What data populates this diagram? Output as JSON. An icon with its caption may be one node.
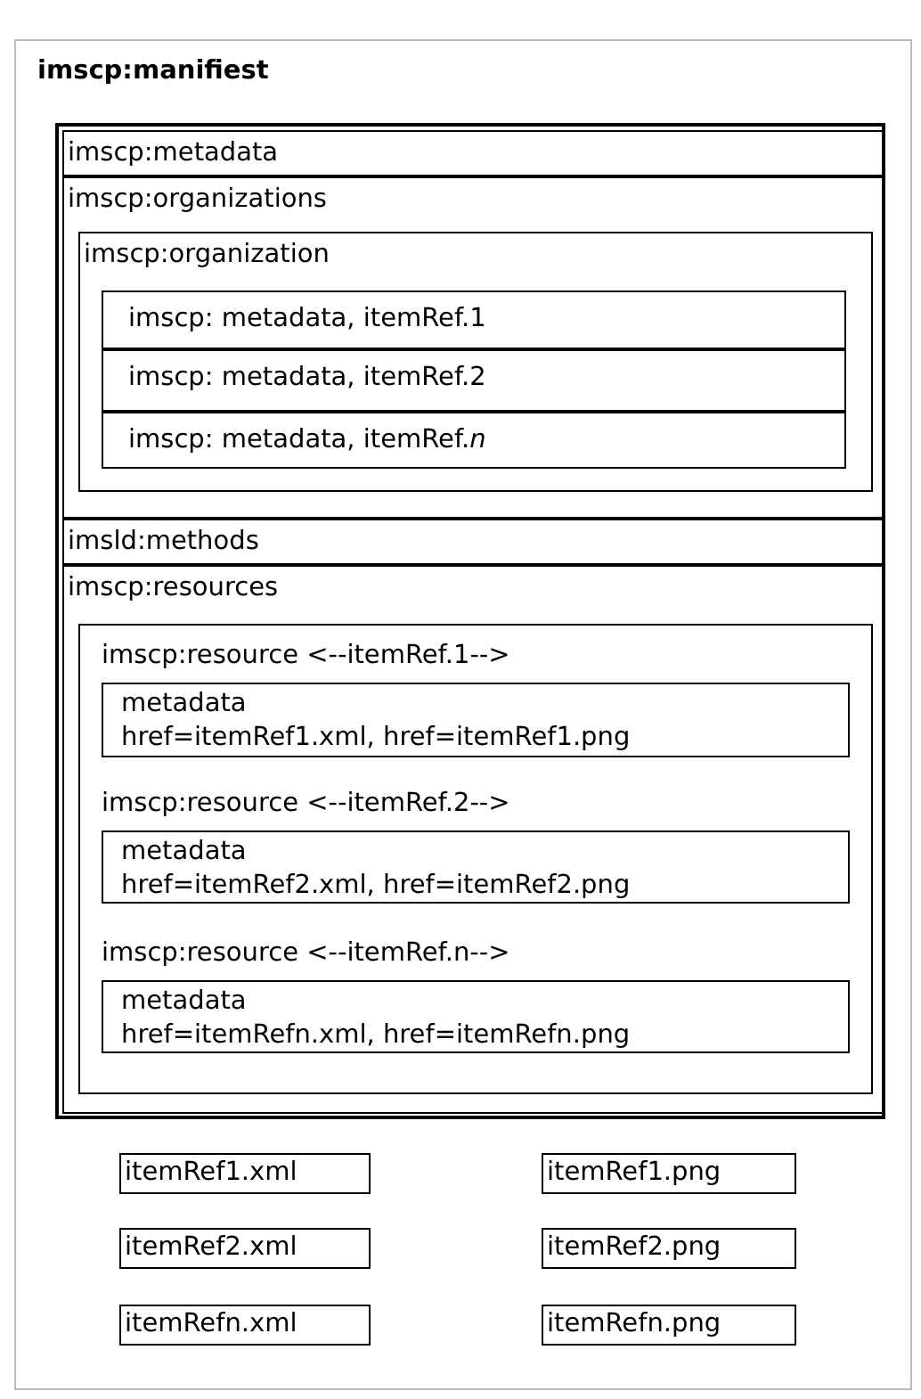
{
  "diagram": {
    "nodes": [
      {
        "text": [
          "imscp:manifiest"
        ]
      },
      {
        "text": [],
        "shape": "box",
        "in": 0
      },
      {
        "text": [
          "imscp:metadata"
        ],
        "in": 1
      },
      {
        "text": [
          "imscp:organizations"
        ],
        "in": 1
      },
      {
        "text": [
          "imscp:organization"
        ],
        "in": 3
      },
      {
        "text": [
          "imscp: metadata, itemRef.1"
        ],
        "in": 4
      },
      {
        "text": [
          "imscp: metadata, itemRef.2"
        ],
        "in": 4
      },
      {
        "text": [
          "imscp: metadata, itemRef.*n*"
        ],
        "in": 4
      },
      {
        "text": [
          "imsld:methods"
        ],
        "in": 1
      },
      {
        "text": [
          "imscp:resources"
        ],
        "in": 1
      },
      {
        "text": [],
        "shape": "box",
        "in": 9
      },
      {
        "text": [
          "imscp:resource <--itemRef.1-->",
          "metadata",
          "href=itemRef1.xml, href=itemRef1.png"
        ],
        "in": 10
      },
      {
        "text": [
          "imscp:resource <--itemRef.2-->",
          "metadata",
          "href=itemRef2.xml, href=itemRef2.png"
        ],
        "in": 10
      },
      {
        "text": [
          "imscp:resource <--itemRef.n-->",
          "metadata",
          "href=itemRefn.xml, href=itemRefn.png"
        ],
        "in": 10
      },
      {
        "text": [
          "itemRef1.xml"
        ],
        "in": 0
      },
      {
        "text": [
          "itemRef1.png"
        ],
        "in": 0
      },
      {
        "text": [
          "itemRef2.xml"
        ],
        "in": 0
      },
      {
        "text": [
          "itemRef2.png"
        ],
        "in": 0
      },
      {
        "text": [
          "itemRefn.xml"
        ],
        "in": 0
      },
      {
        "text": [
          "itemRefn.png"
        ],
        "in": 0
      }
    ]
  }
}
